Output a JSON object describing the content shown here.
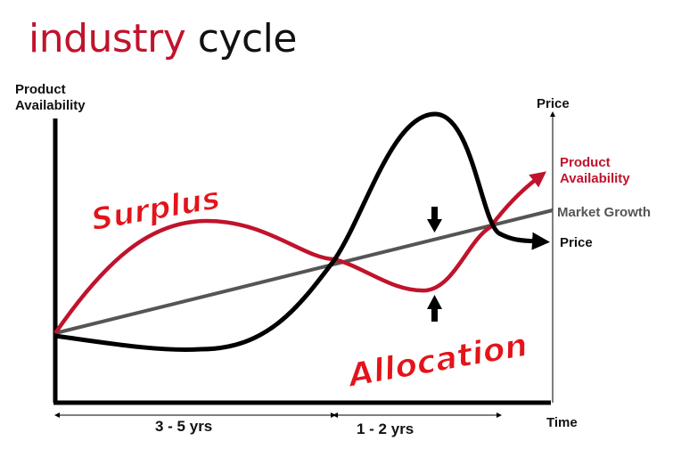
{
  "title": {
    "part1": "industry",
    "part2": "cycle"
  },
  "labels": {
    "y_axis_left": [
      "Product",
      "Availability"
    ],
    "y_axis_right": "Price",
    "x_axis": "Time",
    "product_availability": [
      "Product",
      "Availability"
    ],
    "market_growth": "Market Growth",
    "price": "Price",
    "surplus": "Surplus",
    "allocation": "Allocation",
    "span1": "3 - 5 yrs",
    "span2": "1 - 2 yrs"
  },
  "colors": {
    "availability_curve": "#c0132c",
    "price_curve": "#000000",
    "market_growth_line": "#555555",
    "callout_text": "#e3141a"
  }
}
